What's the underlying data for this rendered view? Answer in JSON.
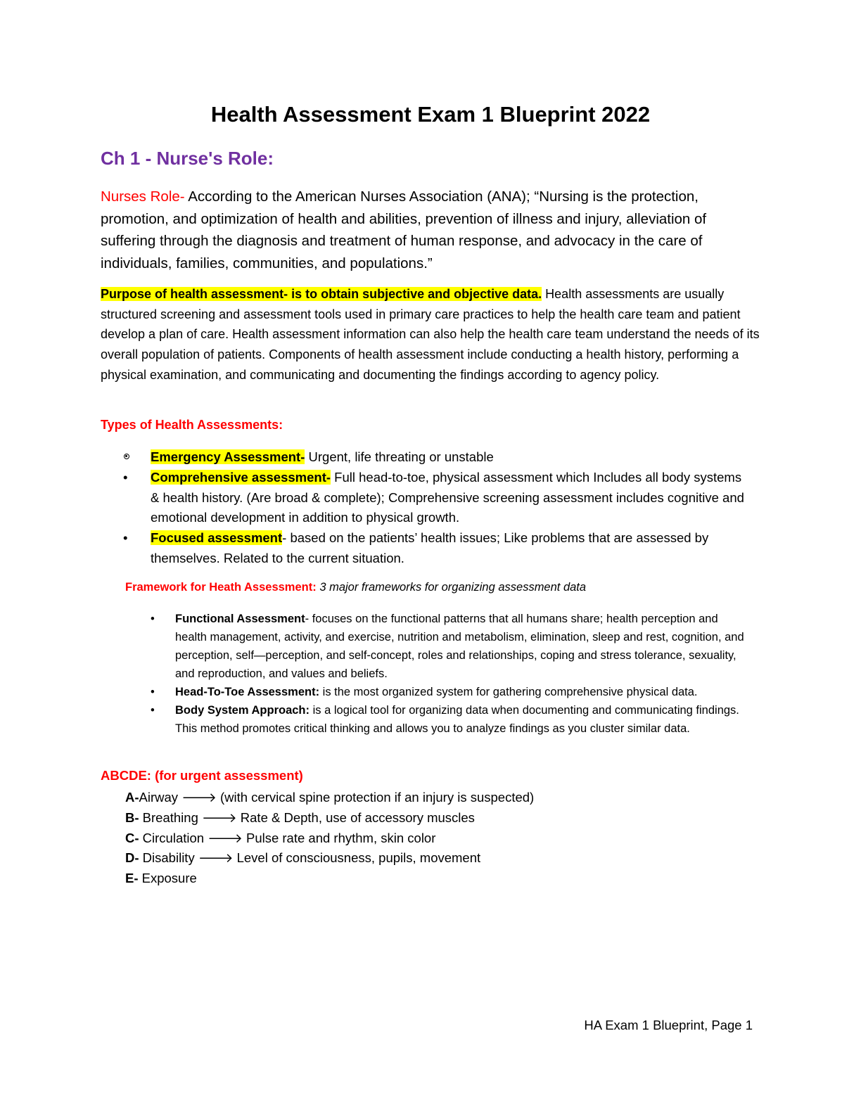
{
  "title": "Health Assessment Exam 1 Blueprint 2022",
  "chapter_heading": "Ch 1 - Nurse's Role:",
  "nurses_role": {
    "label": "Nurses Role-",
    "text": " According to the American Nurses Association (ANA); “Nursing is the protection, promotion, and optimization of health and abilities, prevention of illness and injury, alleviation of suffering through the diagnosis and treatment of human response, and advocacy in the care of individuals, families, communities, and populations.”"
  },
  "purpose": {
    "label": "Purpose of health assessment- is to obtain subjective and objective data.",
    "text": " Health assessments are usually structured screening and assessment tools used in primary care practices to help the health care team and patient develop a plan of care. Health assessment information can also help the health care team understand the needs of its overall population of patients. Components of health assessment include conducting a health history, performing a physical examination, and communicating and documenting the findings according to agency policy."
  },
  "types_heading": "Types of Health Assessments:",
  "types": [
    {
      "label": "Emergency Assessment-",
      "text": " Urgent, life threating or unstable"
    },
    {
      "label": "Comprehensive assessment-",
      "text": " Full head-to-toe, physical assessment which Includes all body systems & health history. (Are broad & complete); Comprehensive screening assessment includes cognitive and emotional development in addition to physical growth."
    },
    {
      "label": "Focused assessment",
      "dash": "-",
      "text": " based on the patients’ health issues; Like problems that are assessed by themselves. Related to the current situation."
    }
  ],
  "framework": {
    "label": "Framework for Heath Assessment:",
    "desc": "3 major frameworks for organizing assessment data",
    "items": [
      {
        "label": "Functional Assessment",
        "text": "- focuses on the functional patterns that all humans share; health perception and health management, activity, and exercise, nutrition and metabolism, elimination, sleep and rest, cognition, and perception, self—perception, and self-concept, roles and relationships, coping and stress tolerance, sexuality, and reproduction, and values and beliefs."
      },
      {
        "label": "Head-To-Toe Assessment:",
        "text": " is the most organized system for gathering comprehensive physical data."
      },
      {
        "label": "Body System Approach:",
        "text": " is a logical tool for organizing data when documenting and communicating findings. This method promotes critical thinking and allows you to analyze findings as you cluster similar data."
      }
    ]
  },
  "abcde": {
    "heading": "ABCDE: (for urgent assessment)",
    "arrow": "🡒",
    "items": [
      {
        "letter": "A-",
        "name": "Airway",
        "detail": "(with cervical spine protection if an injury is suspected)"
      },
      {
        "letter": "B-",
        "name": " Breathing",
        "detail": "Rate & Depth, use of accessory muscles"
      },
      {
        "letter": "C-",
        "name": " Circulation",
        "detail": "Pulse rate and rhythm, skin color"
      },
      {
        "letter": "D-",
        "name": " Disability",
        "detail": "Level of consciousness, pupils, movement"
      },
      {
        "letter": "E-",
        "name": " Exposure"
      }
    ]
  },
  "footer": "HA Exam 1 Blueprint, Page 1"
}
